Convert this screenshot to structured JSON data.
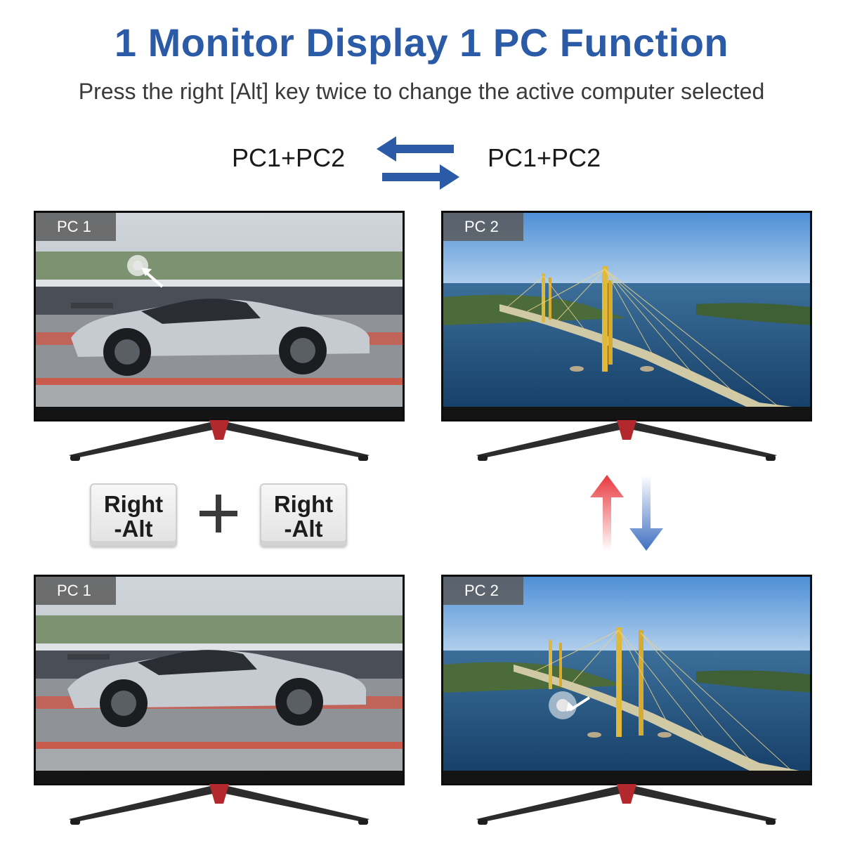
{
  "header": {
    "title": "1 Monitor Display 1 PC Function",
    "subtitle": "Press the right [Alt] key twice to change the active computer selected"
  },
  "switch": {
    "left_label": "PC1+PC2",
    "right_label": "PC1+PC2"
  },
  "monitors": [
    {
      "tag": "PC 1"
    },
    {
      "tag": "PC 2"
    },
    {
      "tag": "PC 1"
    },
    {
      "tag": "PC 2"
    }
  ],
  "hotkey": {
    "key_line1": "Right",
    "key_line2": "-Alt"
  },
  "colors": {
    "title_blue": "#2b5aa6",
    "arrow_blue": "#2b5aa6",
    "arrow_red": "#e8373c",
    "arrow_down_blue": "#3e6fc1"
  },
  "icons": [
    "swap-arrows-icon",
    "cursor-icon",
    "plus-icon",
    "up-arrow-icon",
    "down-arrow-icon"
  ]
}
